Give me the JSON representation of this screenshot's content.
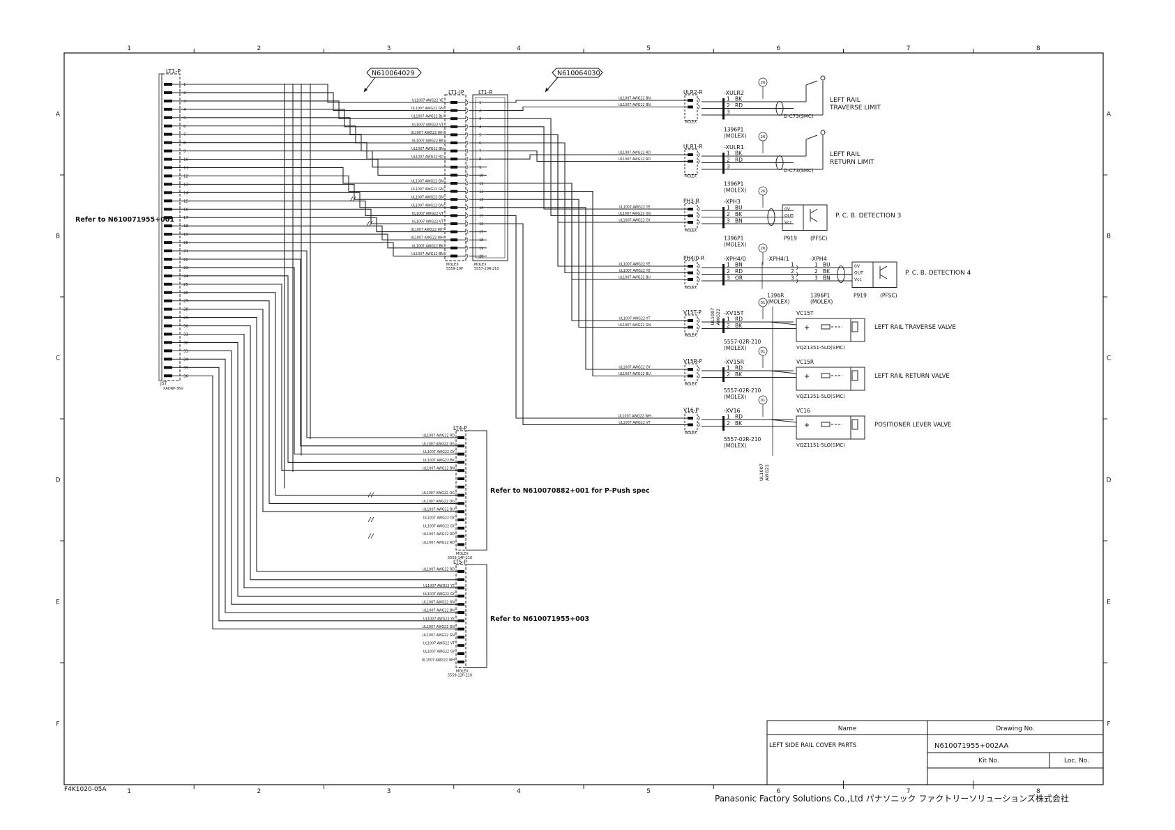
{
  "frame": {
    "columns": [
      "1",
      "2",
      "3",
      "4",
      "5",
      "6",
      "7",
      "8"
    ],
    "rows": [
      "A",
      "B",
      "C",
      "D",
      "E",
      "F"
    ],
    "form_code": "F4K1020-05A"
  },
  "references": {
    "main": "Refer to N610071955+001",
    "lt4": "Refer to N610070882+001 for P-Push spec",
    "lt5": "Refer to N610071955+003"
  },
  "callouts": {
    "harness_a": "N610064029",
    "harness_b": "N610064030"
  },
  "connectors": {
    "lt1p": {
      "id": "LT1-P",
      "maker": "JST",
      "part": "XADRP-36V",
      "pins": [
        "1",
        "2",
        "3",
        "4",
        "5",
        "6",
        "7",
        "8",
        "9",
        "10",
        "11",
        "12",
        "13",
        "14",
        "15",
        "16",
        "17",
        "18",
        "19",
        "20",
        "21",
        "22",
        "23",
        "24",
        "25",
        "26",
        "27",
        "28",
        "29",
        "30",
        "31",
        "32",
        "33",
        "34",
        "35",
        "36"
      ]
    },
    "lt1jp": {
      "id": "LT1-JP",
      "maker": "MOLEX",
      "part": "5559-20P"
    },
    "lt1r": {
      "id": "LT1-R",
      "maker": "MOLEX",
      "part": "5557-20R-210",
      "pins": [
        "1",
        "2",
        "3",
        "4",
        "5",
        "6",
        "7",
        "8",
        "9",
        "10",
        "11",
        "12",
        "13",
        "14",
        "15",
        "16",
        "17",
        "18",
        "19",
        "20"
      ]
    },
    "lt4p": {
      "id": "LT4-P",
      "maker": "MOLEX",
      "part": "5559-14P-210"
    },
    "lt5p": {
      "id": "LT5-P",
      "maker": "MOLEX",
      "part": "5559-12P-210"
    }
  },
  "wires_lt1": [
    "UL1007 AWG22 YE",
    "UL1007 AWG22 GN",
    "UL1007 AWG22 BU",
    "UL1007 AWG22 VT",
    "UL1007 AWG22 WH",
    "UL1007 AWG22 BK",
    "UL1007 AWG22 BN",
    "UL1007 AWG22 RD",
    "",
    "",
    "UL1007 AWG22 GN",
    "UL1007 AWG22 GN",
    "UL1007 AWG22 GN",
    "UL1007 AWG22 GN",
    "UL1007 AWG22 VT",
    "UL1007 AWG22 VT",
    "UL1007 AWG22 WH",
    "UL1007 AWG22 WH",
    "UL1007 AWG22 BK",
    "UL1007 AWG22 BN"
  ],
  "wires_lt4": [
    "UL1007 AWG22 RD",
    "UL1007 AWG22 OG",
    "UL1007 AWG22 GY",
    "UL1007 AWG22 BK",
    "UL1007 AWG22 BN",
    "",
    "",
    "UL1007 AWG22 OG",
    "UL1007 AWG22 OG",
    "UL1007 AWG22 BU",
    "UL1007 AWG22 GY",
    "UL1007 AWG22 GY",
    "UL1007 AWG22 RD",
    "UL1007 AWG22 RD"
  ],
  "wires_lt5": [
    "UL1007 AWG22 RD",
    "",
    "UL1007 AWG22 YE",
    "UL1007 AWG22 GY",
    "UL1007 AWG22 GN",
    "UL1007 AWG22 BN",
    "UL1007 AWG22 YE",
    "UL1007 AWG22 GN",
    "UL1007 AWG22 GN",
    "UL1007 AWG22 VT",
    "UL1007 AWG22 GY",
    "UL1007 AWG22 WH"
  ],
  "devices": [
    {
      "conn": "ULR2-R",
      "harness": "-XULR2",
      "wires": [
        "UL1007 AWG22 BN",
        "UL1007 AWG22 BN"
      ],
      "pins": [
        {
          "n": "1",
          "c": "BK"
        },
        {
          "n": "2",
          "c": "RD"
        },
        {
          "n": "3",
          "c": ""
        }
      ],
      "housing": "1396P1",
      "maker": "(MOLEX)",
      "part": "D-C73(SMC)",
      "label": "LEFT RAIL",
      "label2": "TRAVERSE LIMIT",
      "tag": "26"
    },
    {
      "conn": "ULR1-R",
      "harness": "-XULR1",
      "wires": [
        "UL1007 AWG22 RD",
        "UL1007 AWG22 RD"
      ],
      "pins": [
        {
          "n": "1",
          "c": "BK"
        },
        {
          "n": "2",
          "c": "RD"
        },
        {
          "n": "3",
          "c": ""
        }
      ],
      "housing": "1396P1",
      "maker": "(MOLEX)",
      "part": "D-C73(SMC)",
      "label": "LEFT RAIL",
      "label2": "RETURN LIMIT",
      "tag": "26"
    },
    {
      "conn": "PH3-R",
      "harness": "-XPH3",
      "wires": [
        "UL1007 AWG22 YE",
        "UL1007 AWG22 OG",
        "UL1007 AWG22 GY"
      ],
      "pins": [
        {
          "n": "1",
          "c": "BU"
        },
        {
          "n": "2",
          "c": "BK"
        },
        {
          "n": "3",
          "c": "BN"
        }
      ],
      "housing": "1396P1",
      "maker": "(MOLEX)",
      "part": "P919",
      "part2": "(PFSC)",
      "label": "P. C. B.  DETECTION 3",
      "tag": "26"
    },
    {
      "conn": "PH4/0-R",
      "harness": "-XPH4/0",
      "harness2": "-XPH4/1",
      "harness3": "-XPH4",
      "wires": [
        "UL1007 AWG22 YE",
        "UL1007 AWG22 YE",
        "UL1007 AWG22 BU"
      ],
      "pins": [
        {
          "n": "1",
          "c": "BN"
        },
        {
          "n": "2",
          "c": "RD"
        },
        {
          "n": "3",
          "c": "OR"
        }
      ],
      "pins3": [
        {
          "n": "1",
          "c": "BU"
        },
        {
          "n": "2",
          "c": "BK"
        },
        {
          "n": "3",
          "c": "BN"
        }
      ],
      "housing": "1396P1",
      "housing2": "1396R",
      "maker": "(MOLEX)",
      "part": "P919",
      "part2": "(PFSC)",
      "label": "P. C. B.  DETECTION 4",
      "tag": "26"
    },
    {
      "conn": "V15T-P",
      "harness": "-XV15T",
      "wires": [
        "UL1007 AWG22 YT",
        "UL1007 AWG22 GN"
      ],
      "pins": [
        {
          "n": "1",
          "c": "RD"
        },
        {
          "n": "2",
          "c": "BK"
        }
      ],
      "housing": "5557-02R-210",
      "maker": "(MOLEX)",
      "valve": "VC15T",
      "part": "VQZ1351-5LO(SMC)",
      "label": "LEFT RAIL TRAVERSE VALVE",
      "tag": "01"
    },
    {
      "conn": "V15R-P",
      "harness": "-XV15R",
      "wires": [
        "UL1007 AWG22 GY",
        "UL1007 AWG22 BU"
      ],
      "pins": [
        {
          "n": "1",
          "c": "RD"
        },
        {
          "n": "2",
          "c": "BK"
        }
      ],
      "housing": "5557-02R-210",
      "maker": "(MOLEX)",
      "valve": "VC15R",
      "part": "VQZ1351-5LO(SMC)",
      "label": "LEFT RAIL RETURN VALVE",
      "tag": "01"
    },
    {
      "conn": "V16-P",
      "harness": "-XV16",
      "wires": [
        "UL1007 AWG22 WH",
        "UL1007 AWG22 VT"
      ],
      "pins": [
        {
          "n": "1",
          "c": "RD"
        },
        {
          "n": "2",
          "c": "BK"
        }
      ],
      "housing": "5557-02R-210",
      "maker": "(MOLEX)",
      "valve": "VC16",
      "part": "VQZ1151-5LO(SMC)",
      "label": "POSITIONER LEVER VALVE",
      "tag": "01"
    }
  ],
  "bundle_label": {
    "l1": "UL1007",
    "l2": "AWG22"
  },
  "title_block": {
    "name_header": "Name",
    "drawing_header": "Drawing No.",
    "name": "LEFT SIDE RAIL COVER PARTS",
    "drawing_no": "N610071955+002AA",
    "kit_header": "Kit No.",
    "loc_header": "Loc. No."
  },
  "company": "Panasonic Factory Solutions Co.,Ltd パナソニック ファクトリーソリューションズ株式会社"
}
